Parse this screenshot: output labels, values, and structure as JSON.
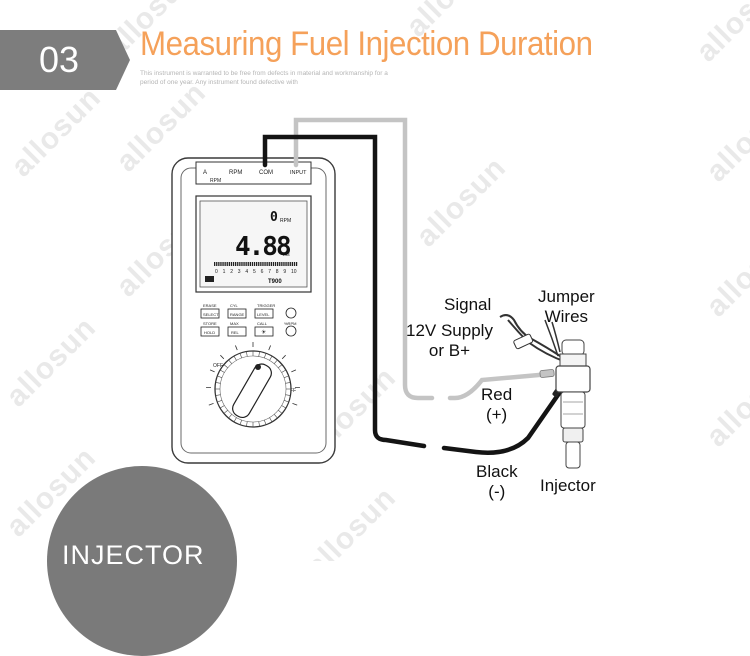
{
  "watermark": "allosun",
  "badge": {
    "number": "03",
    "color": "#7d7d7d"
  },
  "title": "Measuring Fuel Injection Duration",
  "subtitle": "This instrument is warranted to be free from defects in material and workmanship for a period of one year. Any instrument found defective with",
  "meter": {
    "top_panel": {
      "a": "A",
      "rpm": "RPM",
      "com": "COM",
      "input": "INPUT",
      "rpm_sub": "RPM"
    },
    "lcd": {
      "rpm_value": "0",
      "rpm_unit": "RPM",
      "main_value": "4.88",
      "main_unit": "ms",
      "scale": [
        "0",
        "1",
        "2",
        "3",
        "4",
        "5",
        "6",
        "7",
        "8",
        "9",
        "10"
      ],
      "model": "T900"
    },
    "buttons": {
      "row1_labels": [
        "ERASE",
        "CYL",
        "TRIGGER"
      ],
      "row1": [
        "SELECT",
        "RANGE",
        "LEVEL"
      ],
      "row2_labels": [
        "STORE",
        "MAX",
        "CALL",
        "%RPM"
      ],
      "row2": [
        "HOLD",
        "REL"
      ]
    },
    "dial": {
      "off_left": "OFF",
      "off_right": "OFF"
    }
  },
  "labels": {
    "signal": "Signal",
    "jumper_wires": [
      "Jumper",
      "Wires"
    ],
    "supply": [
      "12V Supply",
      "or B+"
    ],
    "red": [
      "Red",
      "(+)"
    ],
    "black": [
      "Black",
      "(-)"
    ],
    "injector": "Injector"
  },
  "wires": {
    "red_color": "#c4c4c4",
    "black_color": "#141414"
  },
  "footer_circle": {
    "text": "INJECTOR",
    "color": "#7a7a7a"
  }
}
